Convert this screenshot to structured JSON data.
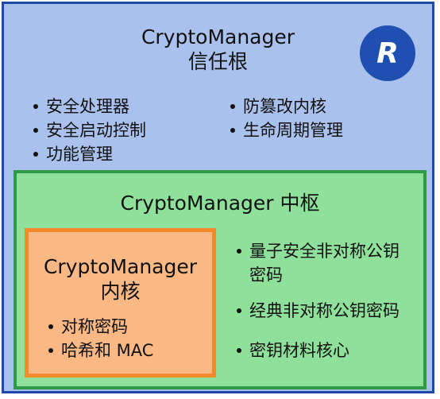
{
  "root": {
    "title_line1": "CryptoManager",
    "title_line2": "信任根",
    "logo_letter": "R",
    "left_items": [
      "安全处理器",
      "安全启动控制",
      "功能管理"
    ],
    "right_items": [
      "防篡改内核",
      "生命周期管理"
    ]
  },
  "hub": {
    "title": "CryptoManager 中枢",
    "items": [
      "量子安全非对称公钥密码",
      "经典非对称公钥密码",
      "密钥材料核心"
    ]
  },
  "core": {
    "title_line1": "CryptoManager",
    "title_line2": "内核",
    "items": [
      "对称密码",
      "哈希和 MAC"
    ]
  },
  "colors": {
    "root_fill": "#a9c1ec",
    "root_border": "#1d4aa8",
    "hub_fill": "#8fe09a",
    "hub_border": "#2e9a48",
    "core_fill": "#f9b884",
    "core_border": "#f4892a",
    "logo_fill": "#1f4fb0"
  }
}
